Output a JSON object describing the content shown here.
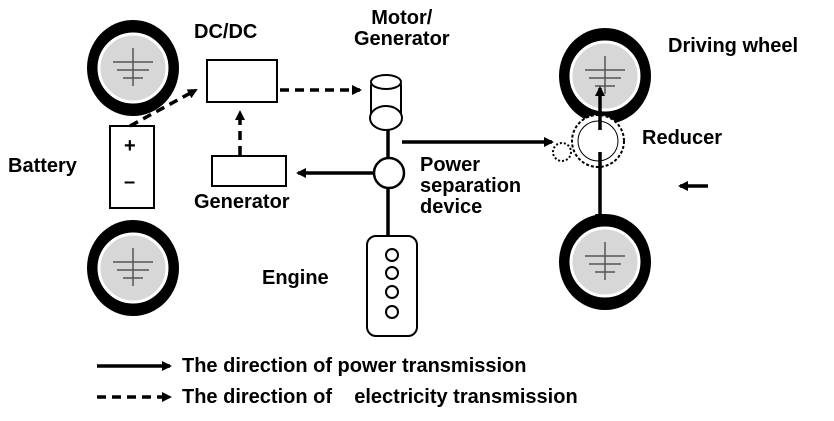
{
  "colors": {
    "ink": "#000000",
    "tire_inner": "#d7d7d7",
    "background": "#ffffff"
  },
  "labels": {
    "dcdc": "DC/DC",
    "motor_generator": "Motor/\nGenerator",
    "driving_wheel": "Driving wheel",
    "reducer": "Reducer",
    "battery": "Battery",
    "battery_plus": "+",
    "battery_minus": "–",
    "generator": "Generator",
    "power_separation_device": "Power\nseparation\ndevice",
    "engine": "Engine"
  },
  "legend": {
    "power": "The direction of power transmission",
    "electricity": "The direction of    electricity transmission"
  },
  "icons": {
    "wheel": "wheel-icon",
    "battery": "battery-icon",
    "engine": "engine-icon",
    "motor": "motor-generator-icon",
    "gear": "reducer-gear-icon"
  }
}
